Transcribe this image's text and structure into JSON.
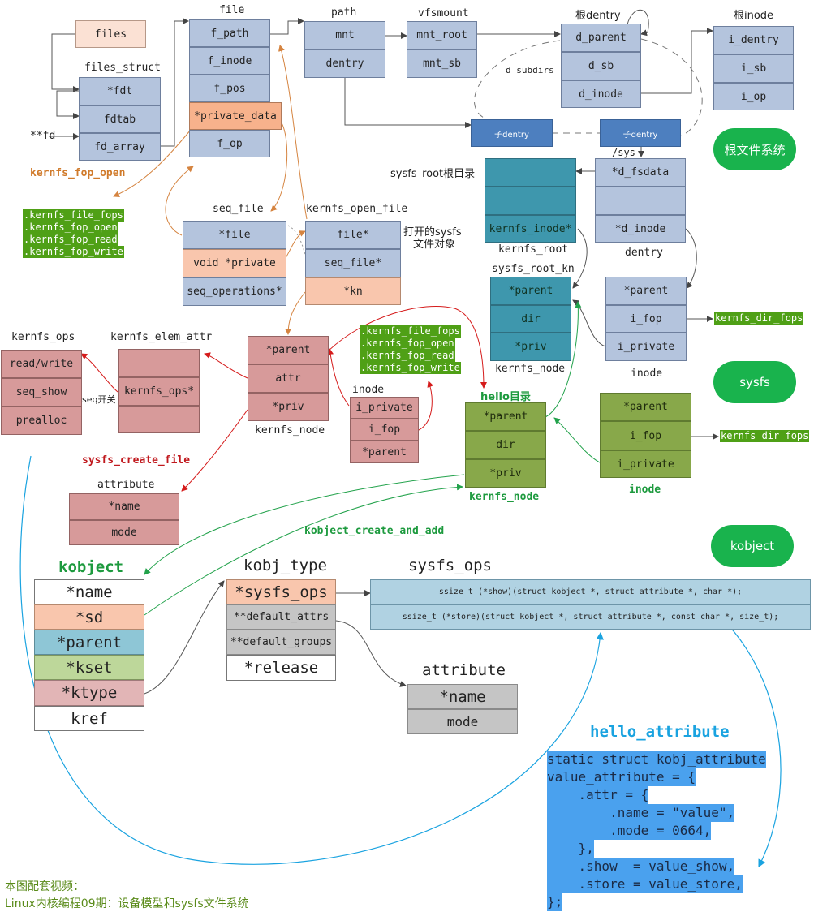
{
  "file": {
    "title": "file",
    "fields": [
      "f_path",
      "f_inode",
      "f_pos",
      "*private_data",
      "f_op"
    ]
  },
  "files_box": "files",
  "files_struct": {
    "title": "files_struct",
    "fields": [
      "*fdt",
      "fdtab",
      "fd_array"
    ],
    "fd_label": "**fd"
  },
  "path": {
    "title": "path",
    "fields": [
      "mnt",
      "dentry"
    ]
  },
  "vfsmount": {
    "title": "vfsmount",
    "fields": [
      "mnt_root",
      "mnt_sb"
    ]
  },
  "root_dentry": {
    "title": "根dentry",
    "fields": [
      "d_parent",
      "d_sb",
      "d_inode"
    ],
    "subdirs": "d_subdirs"
  },
  "root_inode": {
    "title": "根inode",
    "fields": [
      "i_dentry",
      "i_sb",
      "i_op"
    ]
  },
  "child_dentry_a": "子dentry",
  "child_dentry_b": "子dentry",
  "sys_label": "/sys",
  "root_fs_pill": "根文件系统",
  "sysfs_pill": "sysfs",
  "kobject_pill": "kobject",
  "kernfs_fop_open_label": "kernfs_fop_open",
  "fops_left": [
    ".kernfs_file_fops",
    ".kernfs_fop_open",
    ".kernfs_fop_read",
    ".kernfs_fop_write"
  ],
  "fops_mid": [
    ".kernfs_file_fops",
    ".kernfs_fop_open",
    ".kernfs_fop_read",
    ".kernfs_fop_write"
  ],
  "seq_file": {
    "title": "seq_file",
    "fields": [
      "*file",
      "void *private",
      "seq_operations*"
    ]
  },
  "kernfs_open_file": {
    "title": "kernfs_open_file",
    "fields": [
      "file*",
      "seq_file*",
      "*kn"
    ],
    "note_line1": "打开的sysfs",
    "note_line2": "文件对象"
  },
  "sysfs_root": {
    "label": "sysfs_root根目录",
    "fields": [
      "",
      "",
      "kernfs_inode*"
    ],
    "caption": "kernfs_root"
  },
  "sys_dentry": {
    "fields": [
      "*d_fsdata",
      "",
      "*d_inode"
    ],
    "caption": "dentry"
  },
  "sysfs_root_kn": {
    "title": "sysfs_root_kn",
    "fields": [
      "*parent",
      "dir",
      "*priv"
    ],
    "caption": "kernfs_node"
  },
  "root_inode2": {
    "fields": [
      "*parent",
      "i_fop",
      "i_private"
    ],
    "caption": "inode",
    "fops": "kernfs_dir_fops"
  },
  "kernfs_ops": {
    "title": "kernfs_ops",
    "fields": [
      "read/write",
      "seq_show",
      "prealloc"
    ]
  },
  "seq_switch": "seq开关",
  "kernfs_elem_attr": {
    "title": "kernfs_elem_attr",
    "fields": [
      "",
      "kernfs_ops*",
      ""
    ]
  },
  "kernfs_node_file": {
    "fields": [
      "*parent",
      "attr",
      "*priv"
    ],
    "caption": "kernfs_node"
  },
  "inode_file": {
    "title": "inode",
    "fields": [
      "i_private",
      "i_fop",
      "*parent"
    ]
  },
  "hello_dir": {
    "title": "hello目录",
    "fields": [
      "*parent",
      "dir",
      "*priv"
    ],
    "caption": "kernfs_node"
  },
  "hello_inode": {
    "fields": [
      "*parent",
      "i_fop",
      "i_private"
    ],
    "caption": "inode",
    "fops": "kernfs_dir_fops"
  },
  "sysfs_create_file_label": "sysfs_create_file",
  "attribute_small": {
    "title": "attribute",
    "fields": [
      "*name",
      "mode"
    ]
  },
  "kobject_create_label": "kobject_create_and_add",
  "kobject": {
    "title": "kobject",
    "fields": [
      "*name",
      "*sd",
      "*parent",
      "*kset",
      "*ktype",
      "kref"
    ]
  },
  "kobj_type": {
    "title": "kobj_type",
    "fields": [
      "*sysfs_ops",
      "**default_attrs",
      "**default_groups",
      "*release"
    ]
  },
  "sysfs_ops": {
    "title": "sysfs_ops",
    "fields": [
      "ssize_t (*show)(struct kobject *, struct attribute *, char *);",
      "ssize_t  (*store)(struct kobject *, struct attribute *, const char *, size_t);"
    ]
  },
  "attribute_big": {
    "title": "attribute",
    "fields": [
      "*name",
      "mode"
    ]
  },
  "hello_attribute": {
    "title": "hello_attribute",
    "lines": [
      "static struct kobj_attribute",
      "value_attribute = {",
      "    .attr = {",
      "        .name = \"value\",",
      "        .mode = 0664,",
      "    },",
      "    .show  = value_show,",
      "    .store = value_store,",
      "};"
    ]
  },
  "footer": {
    "line1": "本图配套视频：",
    "line2": "Linux内核编程09期：设备模型和sysfs文件系统"
  }
}
